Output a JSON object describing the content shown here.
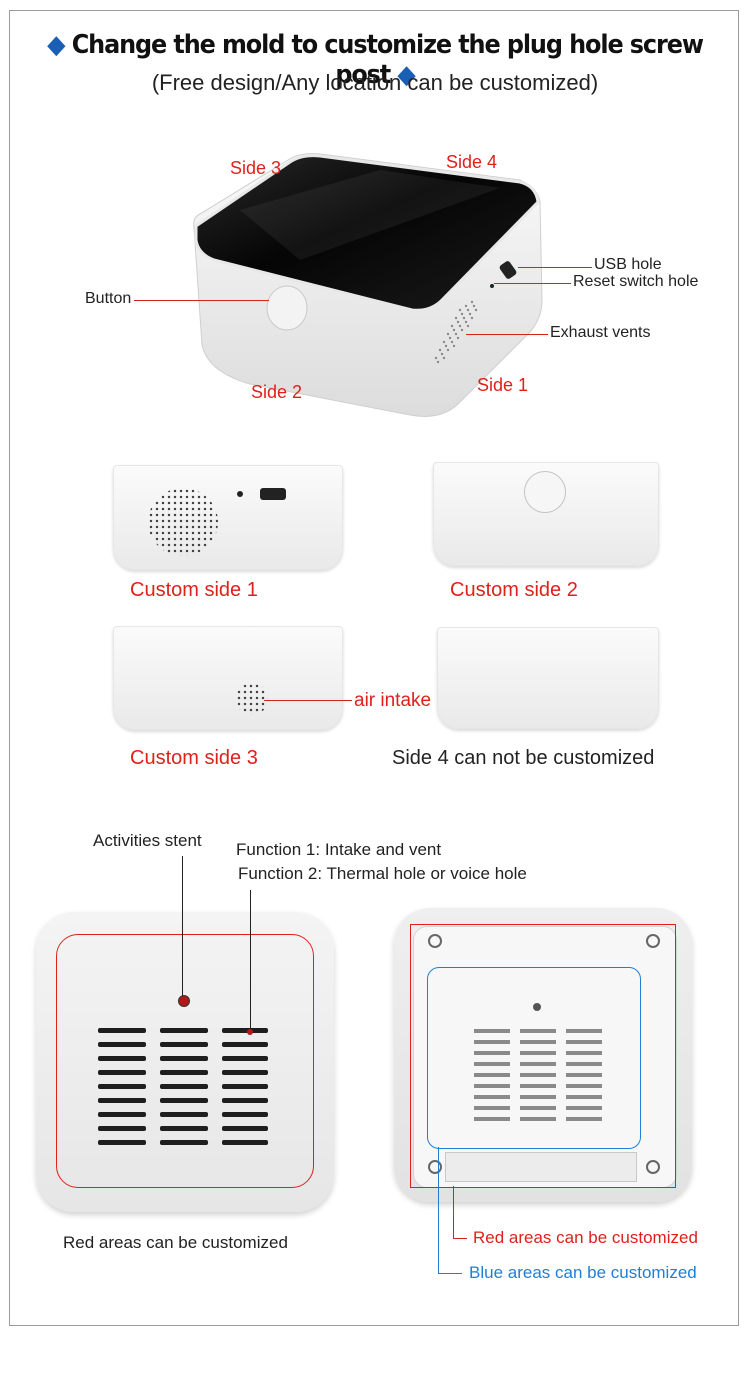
{
  "header": {
    "title": "Change the mold to customize the plug hole screw post",
    "subtitle": "(Free design/Any location can be customized)"
  },
  "device": {
    "side_labels": [
      "Side 1",
      "Side 2",
      "Side 3",
      "Side 4"
    ],
    "callouts": {
      "button": "Button",
      "usb": "USB hole",
      "reset": "Reset switch hole",
      "exhaust": "Exhaust vents"
    }
  },
  "sides": {
    "custom1": "Custom side 1",
    "custom2": "Custom side 2",
    "custom3": "Custom side 3",
    "side4": "Side 4 can not be customized",
    "air_intake": "air intake"
  },
  "bottom": {
    "activities": "Activities stent",
    "function1": "Function 1: Intake and vent",
    "function2": "Function 2: Thermal hole or voice hole",
    "red_left": "Red areas can be customized",
    "red_right": "Red areas can be customized",
    "blue_right": "Blue areas can be customized"
  },
  "colors": {
    "accent_red": "#e0201b",
    "accent_blue": "#1e7fd6",
    "title_diamond": "#1a5fb4"
  }
}
